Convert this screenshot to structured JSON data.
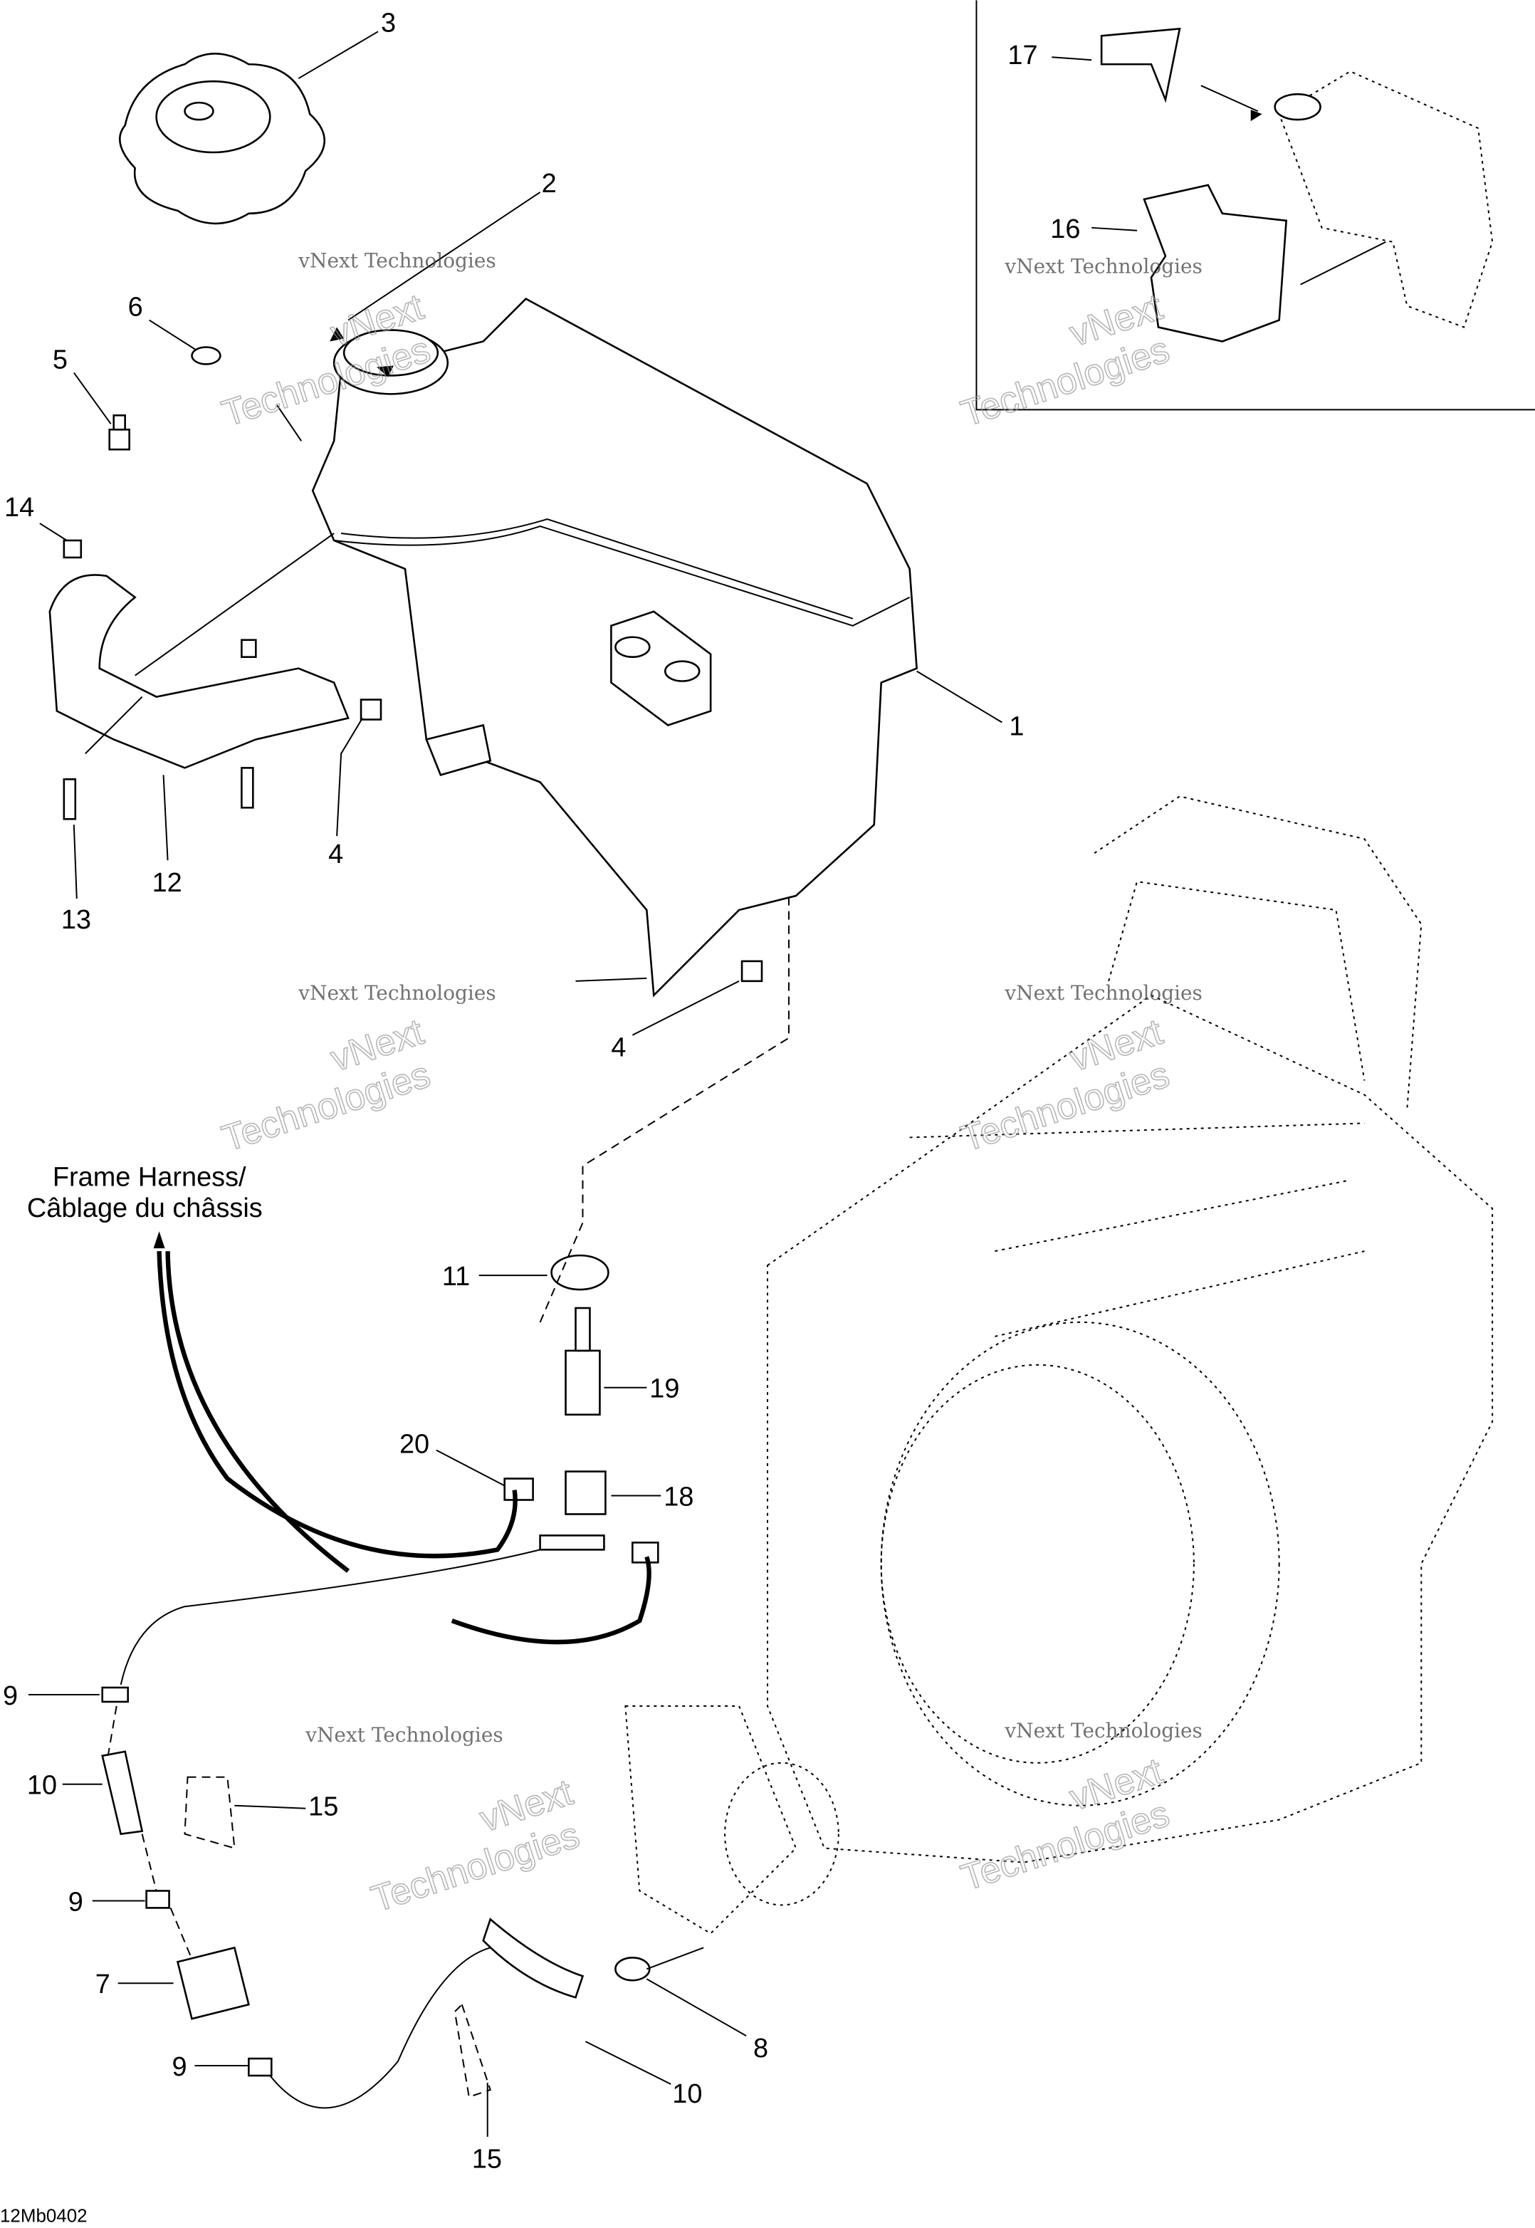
{
  "drawing_code": "12Mb0402",
  "harness_label": {
    "line1": "Frame Harness/",
    "line2": "Câblage du châssis"
  },
  "watermark": {
    "line1": "vNext Technologies",
    "line2": "vNext",
    "line3": "Technologies"
  },
  "callouts": [
    "3",
    "2",
    "6",
    "5",
    "14",
    "1",
    "4",
    "12",
    "13",
    "4",
    "17",
    "16",
    "11",
    "19",
    "20",
    "18",
    "9",
    "10",
    "15",
    "9",
    "7",
    "9",
    "8",
    "10",
    "15"
  ]
}
